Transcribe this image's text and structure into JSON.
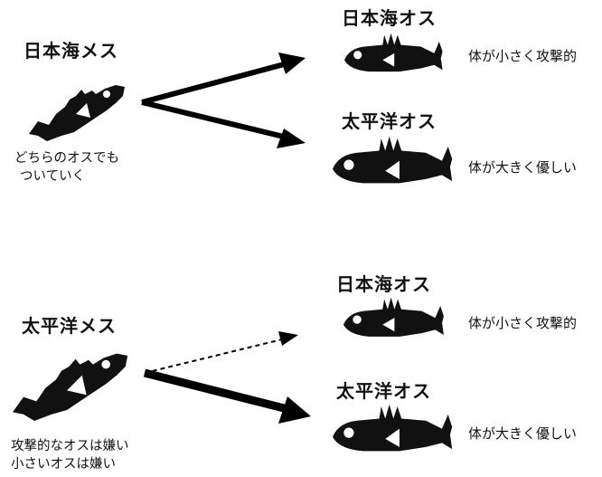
{
  "colors": {
    "fish": "#111111",
    "eye": "#ffffff",
    "arrow": "#000000",
    "background": "#ffffff"
  },
  "top": {
    "female_label": "日本海メス",
    "female_note_line1": "どちらのオスでも",
    "female_note_line2": "ついていく",
    "male1_label": "日本海オス",
    "male1_desc": "体が小さく攻撃的",
    "male2_label": "太平洋オス",
    "male2_desc": "体が大きく優しい"
  },
  "bottom": {
    "female_label": "太平洋メス",
    "female_note_line1": "攻撃的なオスは嫌い",
    "female_note_line2": "小さいオスは嫌い",
    "male1_label": "日本海オス",
    "male1_desc": "体が小さく攻撃的",
    "male2_label": "太平洋オス",
    "male2_desc": "体が大きく優しい"
  }
}
